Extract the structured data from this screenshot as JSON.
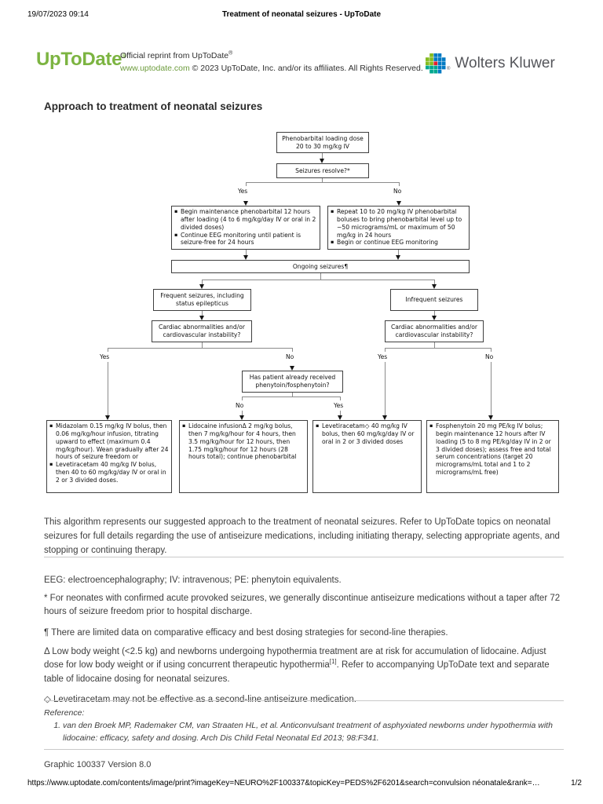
{
  "header": {
    "date": "19/07/2023 09:14",
    "title": "Treatment of neonatal seizures - UpToDate"
  },
  "branding": {
    "logo": "UpToDate",
    "logo_reg": "®",
    "reprint_line1": "Official reprint from UpToDate",
    "reprint_sup": "®",
    "site_link": "www.uptodate.com",
    "reprint_line2": " © 2023 UpToDate, Inc. and/or its affiliates. All Rights Reserved.",
    "partner": "Wolters Kluwer",
    "partner_reg": "®",
    "colors": {
      "uptodate_green": "#7cb441",
      "link_green": "#6d9c3d",
      "wolters_gray": "#55565b",
      "globe_red": "#e5202e",
      "globe_green": "#85bc20",
      "globe_blue": "#007ac3",
      "globe_teal": "#00a88f"
    }
  },
  "heading": "Approach to treatment of neonatal seizures",
  "flowchart": {
    "labels": {
      "yes": "Yes",
      "no": "No"
    },
    "boxes": {
      "loading_dose": "Phenobarbital loading dose 20 to 30 mg/kg IV",
      "seizures_resolve": "Seizures resolve?*",
      "resolved_bullets": [
        "Begin maintenance phenobarbital 12 hours after loading (4 to 6 mg/kg/day IV or oral in 2 divided doses)",
        "Continue EEG monitoring until patient is seizure-free for 24 hours"
      ],
      "not_resolved_bullets": [
        "Repeat 10 to 20 mg/kg IV phenobarbital boluses to bring phenobarbital level up to ~50 micrograms/mL or maximum of 50 mg/kg in 24 hours",
        "Begin or continue EEG monitoring"
      ],
      "ongoing": "Ongoing seizures¶",
      "frequent": "Frequent seizures, including status epilepticus",
      "infrequent": "Infrequent seizures",
      "cardiac_left": "Cardiac abnormalities and/or cardiovascular instability?",
      "cardiac_right": "Cardiac abnormalities and/or cardiovascular instability?",
      "phenytoin_question": "Has patient already received phenytoin/fosphenytoin?",
      "midazolam_bullets": [
        "Midazolam 0.15 mg/kg IV bolus, then 0.06 mg/kg/hour infusion, titrating upward to effect (maximum 0.4 mg/kg/hour). Wean gradually after 24 hours of seizure freedom or",
        "Levetiracetam 40 mg/kg IV bolus, then 40 to 60 mg/kg/day IV or oral in 2 or 3 divided doses."
      ],
      "lidocaine_bullets": [
        "Lidocaine infusionΔ 2 mg/kg bolus, then 7 mg/kg/hour for 4 hours, then 3.5 mg/kg/hour for 12 hours, then 1.75 mg/kg/hour for 12 hours (28 hours total); continue phenobarbital"
      ],
      "levetiracetam_bullets": [
        "Levetiracetam◇ 40 mg/kg IV bolus, then 60 mg/kg/day IV or oral in 2 or 3 divided doses"
      ],
      "fosphenytoin_bullets": [
        "Fosphenytoin 20 mg PE/kg IV bolus; begin maintenance 12 hours after IV loading (5 to 8 mg PE/kg/day IV in 2 or 3 divided doses); assess free and total serum concentrations (target 20 micrograms/mL total and 1 to 2 micrograms/mL free)"
      ]
    }
  },
  "intro": "This algorithm represents our suggested approach to the treatment of neonatal seizures. Refer to UpToDate topics on neonatal seizures for full details regarding the use of antiseizure medications, including initiating therapy, selecting appropriate agents, and stopping or continuing therapy.",
  "abbreviations": "EEG: electroencephalography; IV: intravenous; PE: phenytoin equivalents.",
  "footnotes": {
    "star": "* For neonates with confirmed acute provoked seizures, we generally discontinue antiseizure medications without a taper after 72 hours of seizure freedom prior to hospital discharge.",
    "pilcrow": "¶ There are limited data on comparative efficacy and best dosing strategies for second-line therapies.",
    "delta_pre": "Δ Low body weight (<2.5 kg) and newborns undergoing hypothermia treatment are at risk for accumulation of lidocaine. Adjust dose for low body weight or if using concurrent therapeutic hypothermia",
    "delta_sup": "[1]",
    "delta_post": ". Refer to accompanying UpToDate text and separate table of lidocaine dosing for neonatal seizures.",
    "diamond": "◇ Levetiracetam may not be effective as a second-line antiseizure medication."
  },
  "reference": {
    "label": "Reference:",
    "items": [
      "van den Broek MP, Rademaker CM, van Straaten HL, et al. Anticonvulsant treatment of asphyxiated newborns under hypothermia with lidocaine: efficacy, safety and dosing. Arch Dis Child Fetal Neonatal Ed 2013; 98:F341."
    ]
  },
  "graphic_version": "Graphic 100337 Version 8.0",
  "footer": {
    "url": "https://www.uptodate.com/contents/image/print?imageKey=NEURO%2F100337&topicKey=PEDS%2F6201&search=convulsion néonatale&rank=…",
    "page_indicator": "1/2"
  }
}
